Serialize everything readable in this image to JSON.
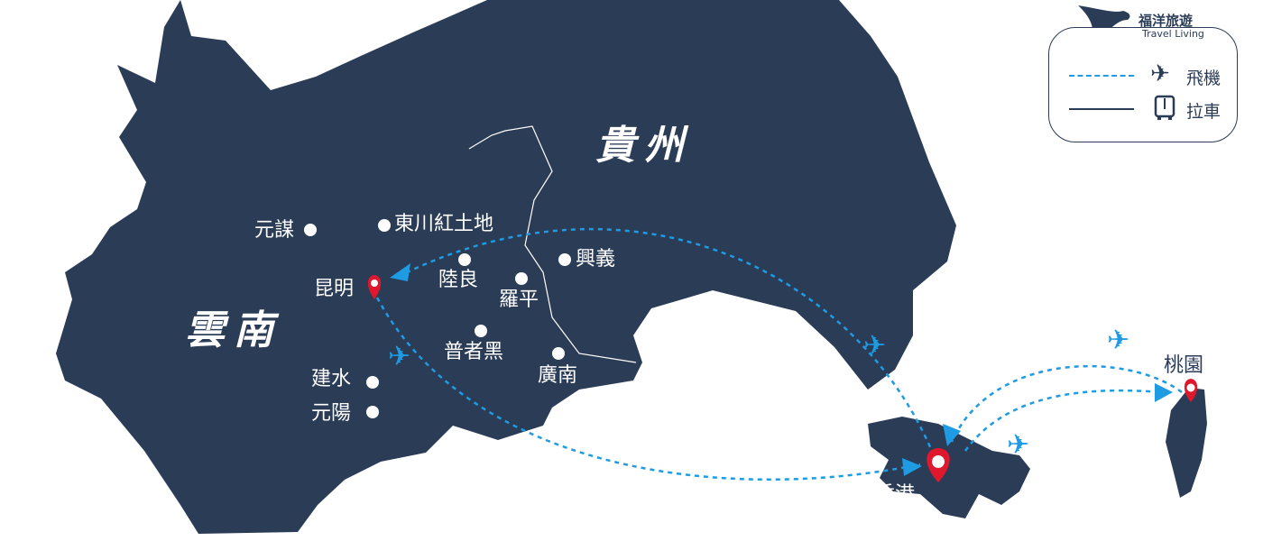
{
  "brand": {
    "name_cn": "福洋旅遊",
    "name_en": "Travel Living"
  },
  "legend": {
    "flight_label": "飛機",
    "bus_label": "拉車",
    "flight_icon": "airplane-icon",
    "bus_icon": "bus-icon"
  },
  "regions": {
    "yunnan": "雲南",
    "guizhou": "貴州"
  },
  "cities": {
    "yuanmou": "元謀",
    "dongchuan": "東川紅土地",
    "kunming": "昆明",
    "luliang": "陸良",
    "luoping": "羅平",
    "xingyi": "興義",
    "puzhehei": "普者黑",
    "guangnan": "廣南",
    "jianshui": "建水",
    "yuanyang": "元陽",
    "hongkong": "香港",
    "taoyuan": "桃園"
  },
  "colors": {
    "land": "#2b3c56",
    "flight": "#1e9be2",
    "pin": "#e0182d"
  }
}
